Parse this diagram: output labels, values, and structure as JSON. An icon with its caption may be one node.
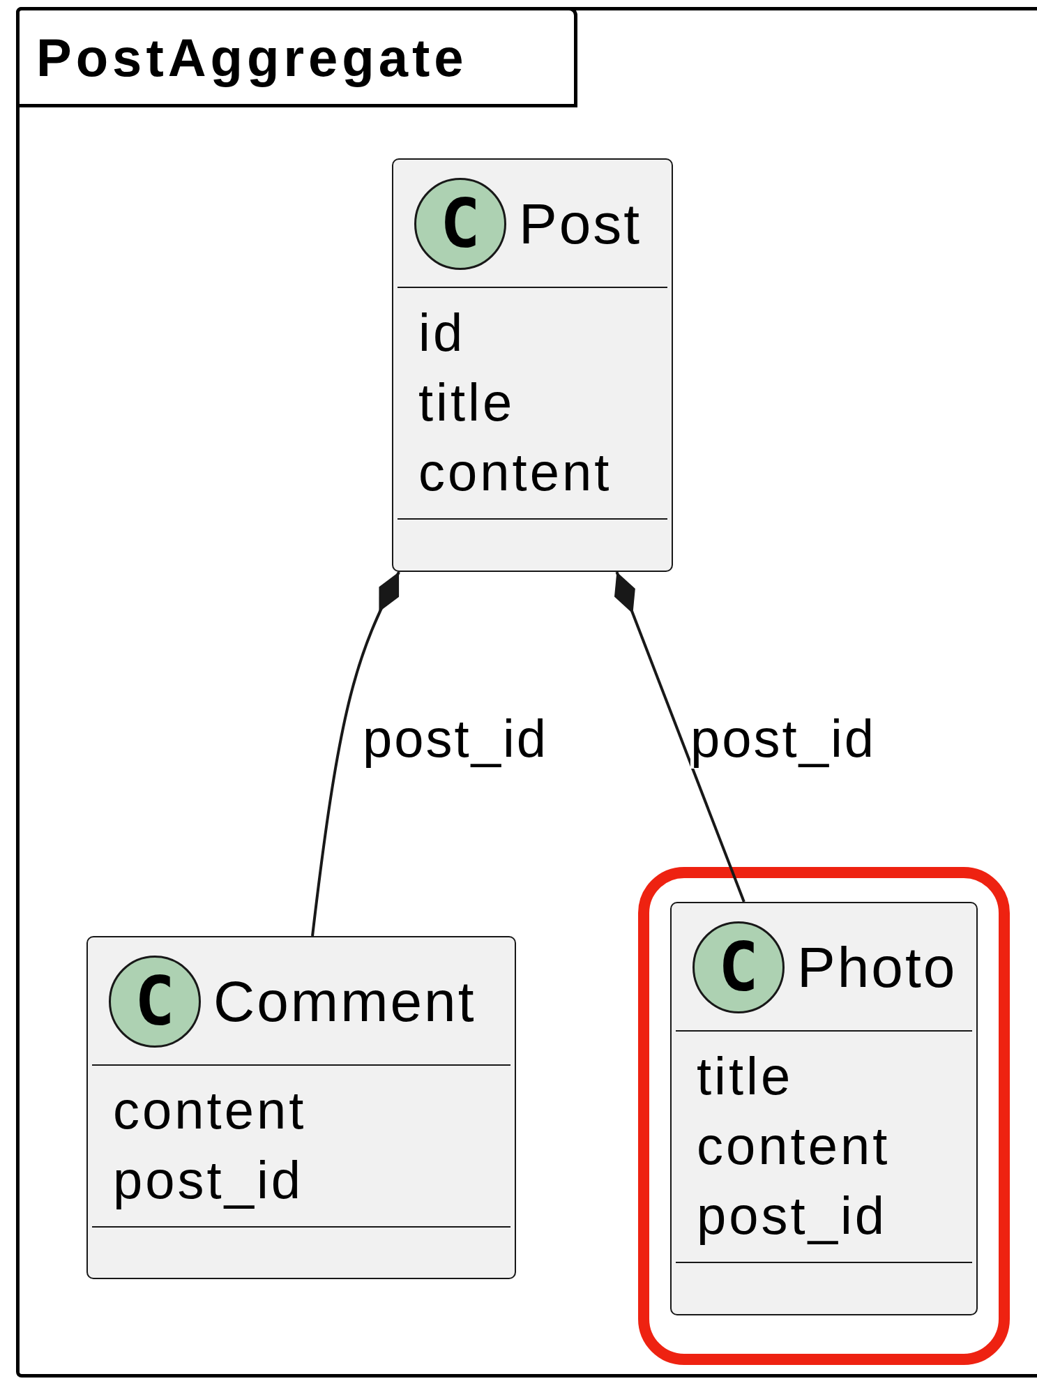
{
  "diagram": {
    "nodes": [
      {
        "text": [
          "PostAggregate"
        ]
      },
      {
        "text": [
          "C",
          "Post",
          "id",
          "title",
          "content"
        ],
        "in": 0
      },
      {
        "text": [
          "C",
          "Comment",
          "content",
          "post_id"
        ],
        "in": 0
      },
      {
        "text": [
          "C",
          "Photo",
          "title",
          "content",
          "post_id"
        ],
        "in": 0
      }
    ],
    "edges": [
      {
        "from": 1,
        "to": 2,
        "arrow": "other",
        "label": "post_id"
      },
      {
        "from": 1,
        "to": 3,
        "arrow": "other",
        "label": "post_id"
      }
    ]
  }
}
